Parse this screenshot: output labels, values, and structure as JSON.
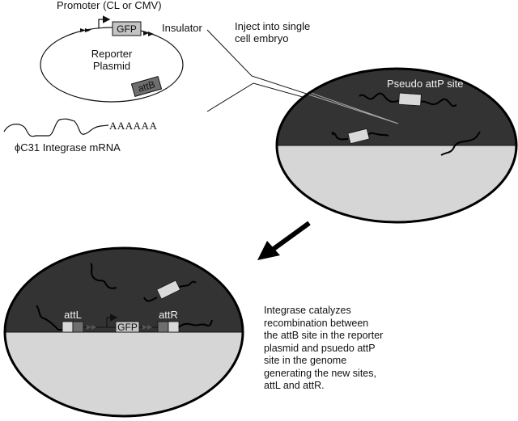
{
  "plasmid": {
    "promoter_label": "Promoter (CL or CMV)",
    "gene_label": "GFP",
    "insulator_label": "Insulator",
    "name_line1": "Reporter",
    "name_line2": "Plasmid",
    "attb_label": "attB"
  },
  "mrna": {
    "polya_label": "AAAAAA",
    "name_label": "ϕC31 Integrase mRNA"
  },
  "injection": {
    "label_line1": "Inject into single",
    "label_line2": "cell embryo"
  },
  "embryo_top": {
    "pseudo_attp_label": "Pseudo attP site"
  },
  "embryo_bottom": {
    "attl_label": "attL",
    "attr_label": "attR",
    "gene_label": "GFP"
  },
  "caption": "Integrase catalyzes\nrecombination between\nthe attB site in the reporter\nplasmid and psuedo attP\nsite in the genome\ngenerating the new sites,\nattL and attR.",
  "colors": {
    "nucleus_dark": "#333333",
    "cytoplasm_light": "#d6d6d6",
    "gfp_box": "#c4c4c4",
    "attb_box": "#6e6e6e",
    "pseudo_site_box": "#d9d9d9"
  }
}
